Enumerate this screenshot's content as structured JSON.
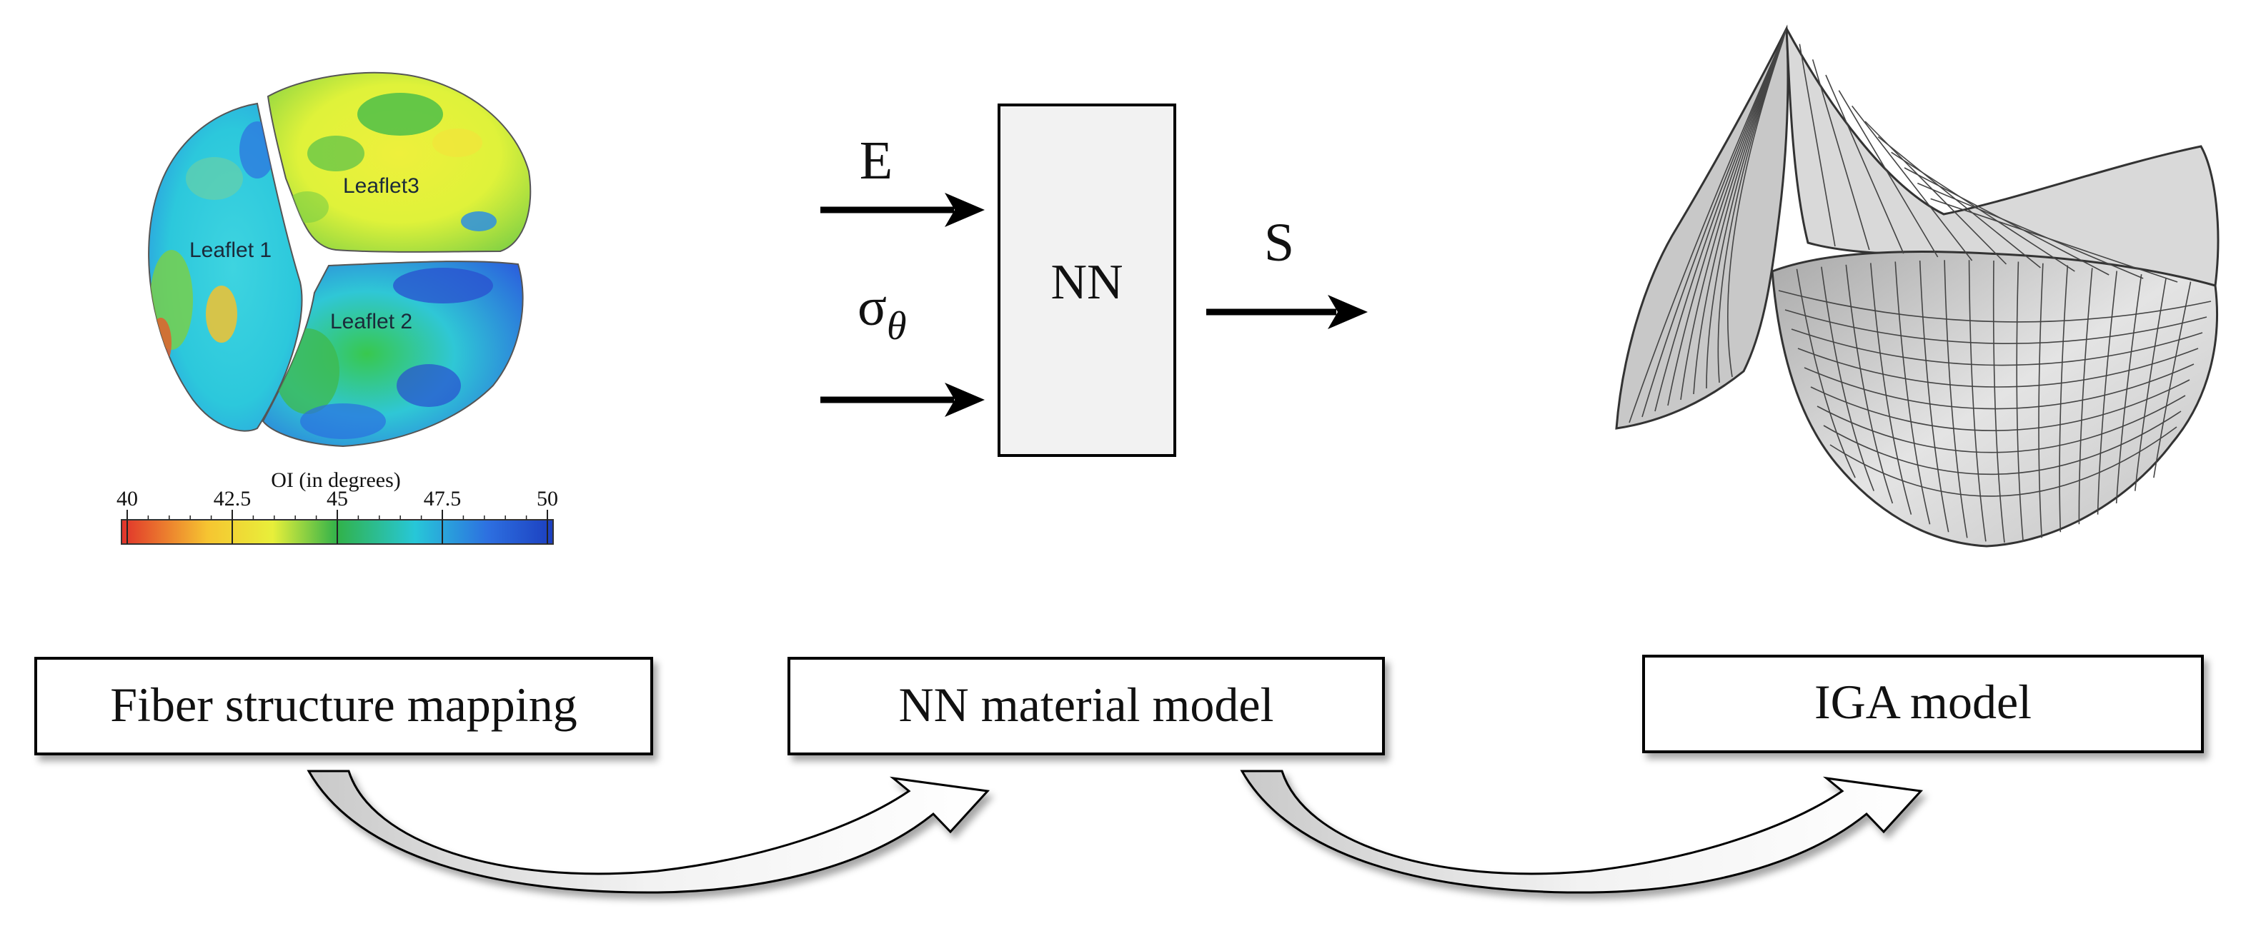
{
  "fiber_map": {
    "leaflets": [
      "Leaflet 1",
      "Leaflet 2",
      "Leaflet3"
    ],
    "colorbar": {
      "title": "OI (in degrees)",
      "ticks": [
        "40",
        "42.5",
        "45",
        "47.5",
        "50"
      ],
      "min": 40,
      "max": 50,
      "colors": [
        "#e0322b",
        "#f6c531",
        "#e8ef3a",
        "#31b24a",
        "#27c7d8",
        "#2d6fe0",
        "#1c3fbf"
      ]
    }
  },
  "nn_block": {
    "inputs": [
      "E",
      "σ"
    ],
    "input_subscript": "θ",
    "output": "S",
    "box_label": "NN"
  },
  "pipeline": {
    "steps": [
      "Fiber structure mapping",
      "NN material model",
      "IGA model"
    ]
  }
}
